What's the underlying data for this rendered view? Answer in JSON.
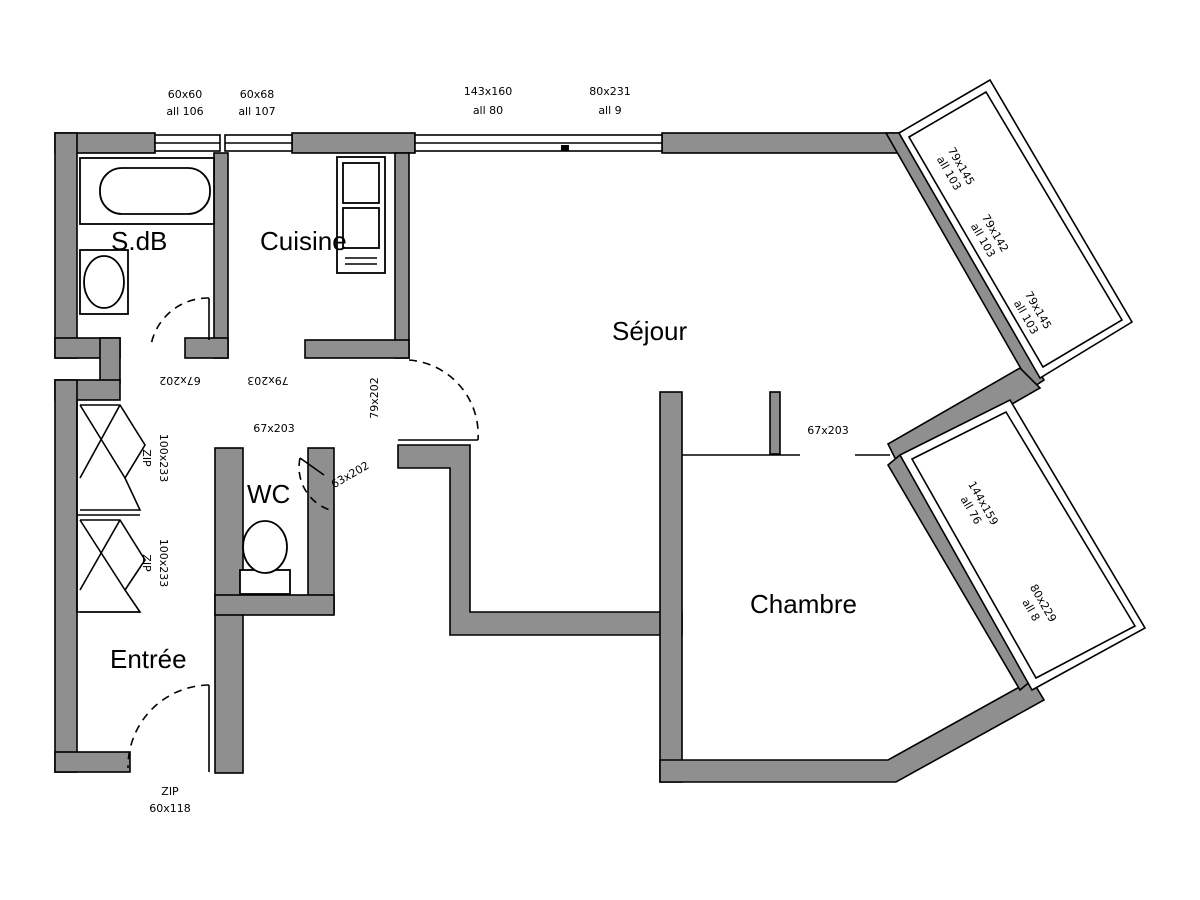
{
  "rooms": {
    "sdb": "S.dB",
    "cuisine": "Cuisine",
    "sejour": "Séjour",
    "chambre": "Chambre",
    "entree": "Entrée",
    "wc": "WC"
  },
  "windows_top": [
    {
      "size": "60x60",
      "height": "all 106"
    },
    {
      "size": "60x68",
      "height": "all 107"
    },
    {
      "size": "143x160",
      "height": "all 80"
    },
    {
      "size": "80x231",
      "height": "all 9"
    }
  ],
  "windows_bay_top": [
    {
      "size": "79x145",
      "height": "all 103"
    },
    {
      "size": "79x142",
      "height": "all 103"
    },
    {
      "size": "79x145",
      "height": "all 103"
    }
  ],
  "windows_bay_bottom": [
    {
      "size": "144x159",
      "height": "all 76"
    },
    {
      "size": "80x229",
      "height": "all 8"
    }
  ],
  "doors": {
    "sdb": "67x202",
    "cuisine": "79x203",
    "hall": "67x203",
    "sejour": "79x202",
    "wc": "63x202",
    "chambre": "67x203",
    "closet_top": "100x233",
    "closet_bottom": "100x233",
    "closet_mark": "ZIP",
    "entry_mark": "ZIP",
    "entry_size": "60x118"
  }
}
